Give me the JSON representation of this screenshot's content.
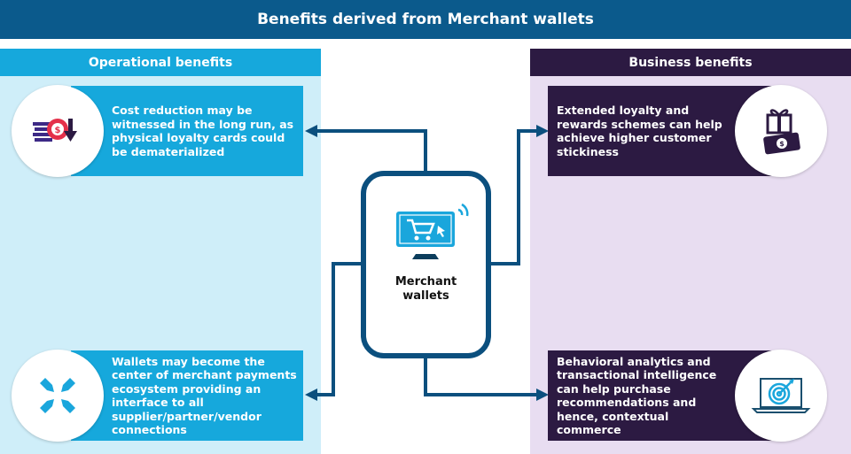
{
  "title": "Benefits derived from Merchant wallets",
  "left": {
    "header": "Operational benefits",
    "items": [
      {
        "text": "Cost reduction may be witnessed in the long run, as physical loyalty cards could be dematerialized",
        "icon": "cost-reduction-icon"
      },
      {
        "text": "Wallets may become the center of merchant payments ecosystem providing an interface to all supplier/partner/vendor connections",
        "icon": "converging-arrows-icon"
      }
    ]
  },
  "right": {
    "header": "Business benefits",
    "items": [
      {
        "text": "Extended loyalty and rewards schemes can help achieve higher customer stickiness",
        "icon": "gift-money-icon"
      },
      {
        "text": "Behavioral analytics and transactional intelligence can help purchase recommendations and hence, contextual commerce",
        "icon": "laptop-target-icon"
      }
    ]
  },
  "center": {
    "label": "Merchant wallets",
    "icon": "monitor-cart-icon"
  },
  "colors": {
    "title": "#0b5a8c",
    "light_blue": "#16a8dc",
    "dark_purple": "#2c1a42",
    "connector": "#0b4f7e"
  }
}
